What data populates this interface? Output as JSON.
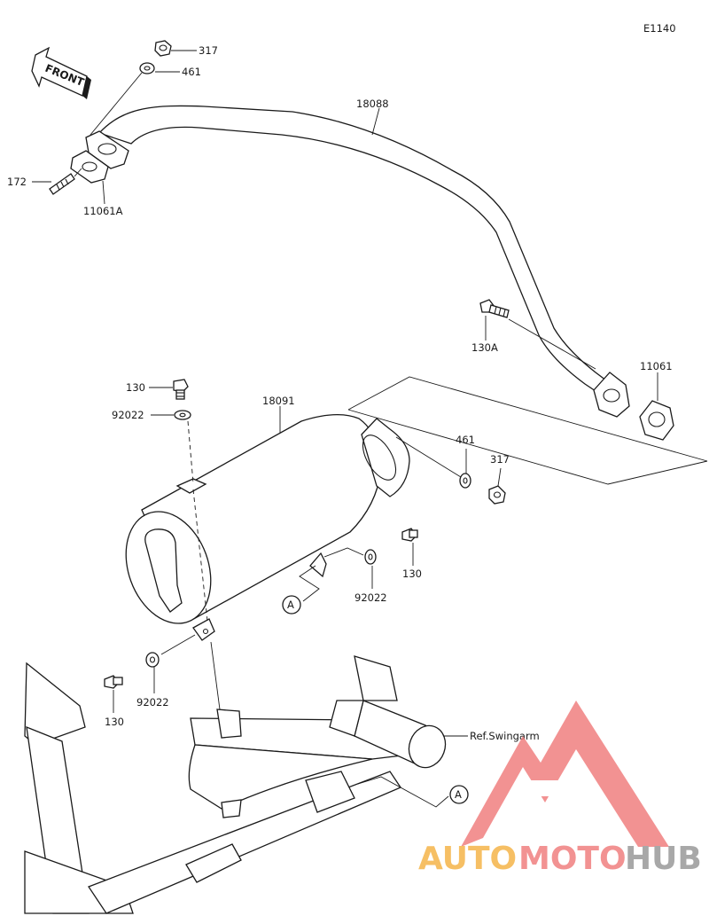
{
  "diagram_code": "E1140",
  "front_label": "FRONT",
  "callouts": {
    "nut_top": "317",
    "washer_top": "461",
    "stud": "172",
    "gasket_front": "11061A",
    "exhaust_pipe": "18088",
    "bolt_pipe": "130A",
    "gasket_rear": "11061",
    "muffler": "18091",
    "bolt_top": "130",
    "washer_top_muffler": "92022",
    "washer_mid": "461",
    "nut_mid": "317",
    "bolt_right": "130",
    "washer_right": "92022",
    "ref_a_left": "A",
    "washer_bottom": "92022",
    "bolt_bottom": "130",
    "ref_swingarm": "Ref.Swingarm",
    "ref_a_right": "A"
  },
  "watermark": {
    "part1": "AUTO",
    "part2": "MOTO",
    "part3": "HUB",
    "color_triangle": "#f08080",
    "color_auto": "#f5b54a",
    "color_moto": "#f08080",
    "color_hub": "#9a9a9a"
  }
}
